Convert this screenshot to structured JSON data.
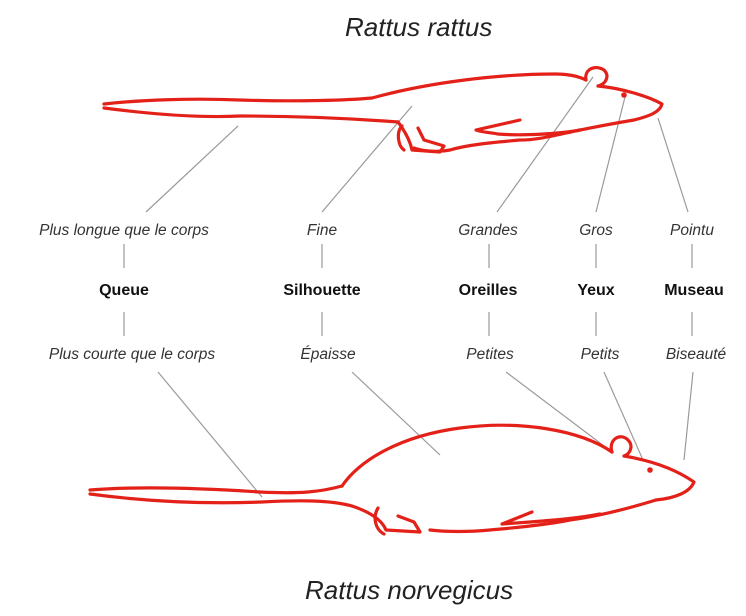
{
  "species": {
    "top": "Rattus rattus",
    "bottom": "Rattus norvegicus"
  },
  "traits": [
    {
      "feature": "Queue",
      "top": "Plus longue que le corps",
      "bottom": "Plus courte que le corps"
    },
    {
      "feature": "Silhouette",
      "top": "Fine",
      "bottom": "Épaisse"
    },
    {
      "feature": "Oreilles",
      "top": "Grandes",
      "bottom": "Petites"
    },
    {
      "feature": "Yeux",
      "top": "Gros",
      "bottom": "Petits"
    },
    {
      "feature": "Museau",
      "top": "Pointu",
      "bottom": "Biseauté"
    }
  ],
  "colors": {
    "rat_outline": "#e32119",
    "lines": "#9a9a9a",
    "text": "#333333"
  }
}
